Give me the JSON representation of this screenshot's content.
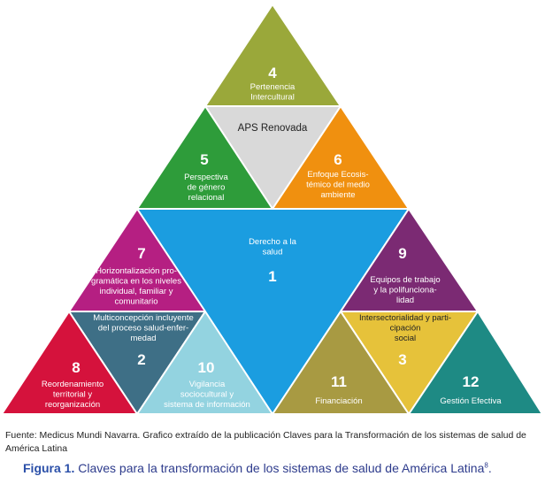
{
  "diagram": {
    "segments": [
      {
        "id": "4",
        "number": "4",
        "lines": [
          "Pertenencia",
          "Intercultural"
        ],
        "color": "#9aa83a"
      },
      {
        "id": "center",
        "number": "",
        "lines": [
          "APS Renovada"
        ],
        "color": "#d9d9d9"
      },
      {
        "id": "5",
        "number": "5",
        "lines": [
          "Perspectiva",
          "de género",
          "relacional"
        ],
        "color": "#2e9c3a"
      },
      {
        "id": "6",
        "number": "6",
        "lines": [
          "Enfoque Ecosis-",
          "témico del medio",
          "ambiente"
        ],
        "color": "#f0900f"
      },
      {
        "id": "1",
        "number": "1",
        "lines": [
          "Derecho a la",
          "salud"
        ],
        "color": "#1b9de0"
      },
      {
        "id": "7",
        "number": "7",
        "lines": [
          "Horizontalización pro-",
          "gramática en los niveles",
          "individual, familiar y",
          "comunitario"
        ],
        "color": "#b51f82"
      },
      {
        "id": "9",
        "number": "9",
        "lines": [
          "Equipos de trabajo",
          "y la polifunciona-",
          "lidad"
        ],
        "color": "#7b2a73"
      },
      {
        "id": "2",
        "number": "2",
        "lines": [
          "Multiconcepción incluyente",
          "del proceso salud-enfer-",
          "medad"
        ],
        "color": "#3e6f86"
      },
      {
        "id": "3",
        "number": "3",
        "lines": [
          "Intersectorialidad y parti-",
          "cipación",
          "social"
        ],
        "color": "#e6c23a"
      },
      {
        "id": "8",
        "number": "8",
        "lines": [
          "Reordenamiento",
          "territorial y",
          "reorganización"
        ],
        "color": "#d5123c"
      },
      {
        "id": "10",
        "number": "10",
        "lines": [
          "Vigilancia",
          "sociocultural y",
          "sistema de información"
        ],
        "color": "#93d3e0"
      },
      {
        "id": "11",
        "number": "11",
        "lines": [
          "Financiación"
        ],
        "color": "#a89a42"
      },
      {
        "id": "12",
        "number": "12",
        "lines": [
          "Gestión Efectiva"
        ],
        "color": "#1e8a84"
      }
    ]
  },
  "caption": {
    "source": "Fuente: Medicus Mundi Navarra. Grafico extraído de la publicación Claves para la Transformación de los sistemas de salud de América Latina",
    "figure_label": "Figura 1.",
    "figure_text": " Claves para la transformación de los sistemas de salud de América Latina",
    "figure_ref": "8",
    "figure_end": "."
  }
}
